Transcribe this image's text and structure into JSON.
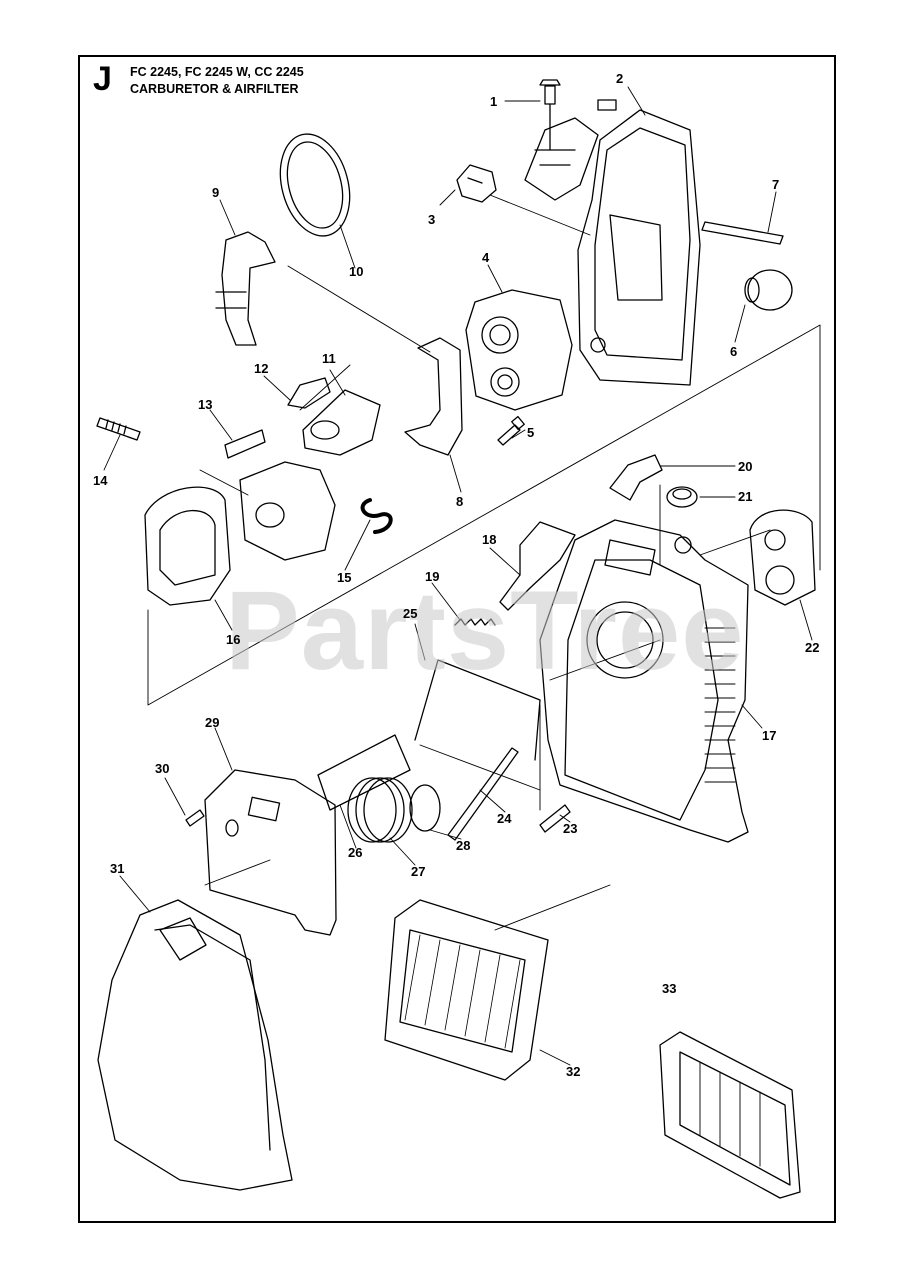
{
  "header": {
    "section_letter": "J",
    "models_line": "FC 2245, FC 2245 W, CC 2245",
    "title_line": "CARBURETOR & AIRFILTER"
  },
  "watermark": "PartsTree",
  "callouts": [
    "1",
    "2",
    "3",
    "4",
    "5",
    "6",
    "7",
    "8",
    "9",
    "10",
    "11",
    "12",
    "13",
    "14",
    "15",
    "16",
    "17",
    "18",
    "19",
    "20",
    "21",
    "22",
    "23",
    "24",
    "25",
    "26",
    "27",
    "28",
    "29",
    "30",
    "31",
    "32",
    "33"
  ]
}
